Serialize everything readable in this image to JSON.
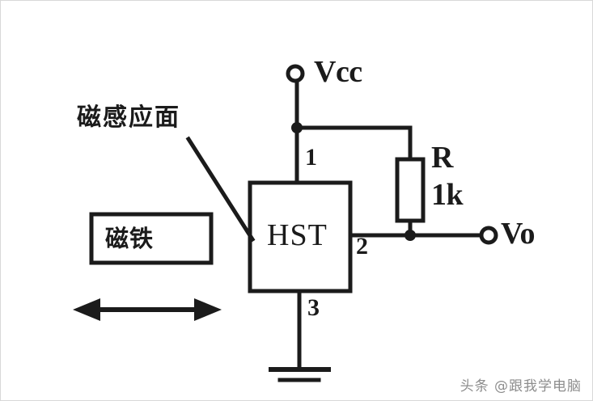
{
  "diagram": {
    "title_text_cjk": "磁感应面",
    "magnet_label_cjk": "磁铁",
    "ic_label": "HST",
    "supply_label": "Vcc",
    "output_label": "Vo",
    "resistor_name": "R",
    "resistor_value": "1k",
    "pins": {
      "pin1": "1",
      "pin2": "2",
      "pin3": "3"
    },
    "icons": {
      "supply_terminal": "open-terminal-circle",
      "output_terminal": "open-terminal-circle",
      "ground": "ground-symbol",
      "motion": "double-arrow-horizontal",
      "leader": "leader-line",
      "junction": "junction-dot"
    },
    "colors": {
      "ink": "#1b1b1b",
      "paper": "#ffffff",
      "border": "#d8d8d8",
      "watermark": "#8d8d8d"
    }
  },
  "watermark": {
    "text": "头条 @跟我学电脑"
  }
}
